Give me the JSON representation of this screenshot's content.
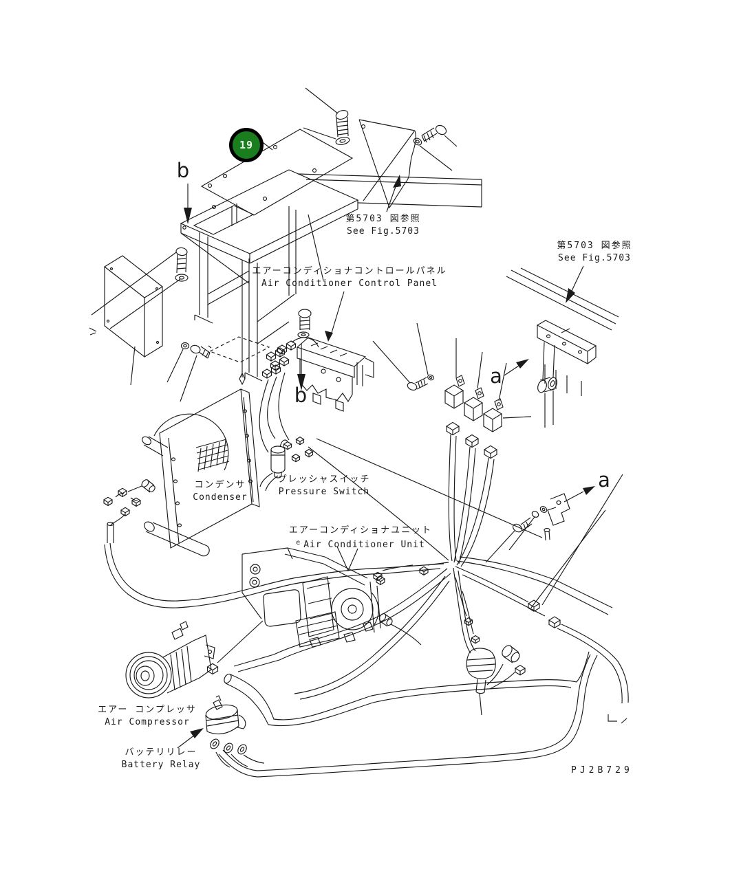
{
  "diagram": {
    "drawing_number": "PJ2B729",
    "callout": {
      "number": "19"
    },
    "markers": {
      "b_cover": "b",
      "b_harness": "b",
      "a_rail": "a",
      "a_bracket": "a"
    },
    "labels": {
      "see_fig_top": {
        "jp": "第5703 図参照",
        "en": "See Fig.5703"
      },
      "see_fig_right": {
        "jp": "第5703 図参照",
        "en": "See Fig.5703"
      },
      "control_panel": {
        "jp": "エアーコンディショナコントロールパネル",
        "en": "Air Conditioner Control Panel"
      },
      "condenser": {
        "jp": "コンデンサ",
        "en": "Condenser"
      },
      "pressure_switch": {
        "jp": "プレッシャスイッチ",
        "en": "Pressure Switch"
      },
      "ac_unit": {
        "jp": "エアーコンディショナユニット",
        "en_prefix": "e",
        "en": "Air Conditioner Unit"
      },
      "air_compressor": {
        "jp": "エアー コンプレッサ",
        "en": "Air Compressor"
      },
      "battery_relay": {
        "jp": "バッテリリレー",
        "en": "Battery Relay"
      }
    },
    "colors": {
      "line": "#1a1a1a",
      "background": "#ffffff",
      "callout_fill": "#1a7d1e",
      "callout_ring": "#000000",
      "callout_text": "#eaf7ea"
    }
  }
}
